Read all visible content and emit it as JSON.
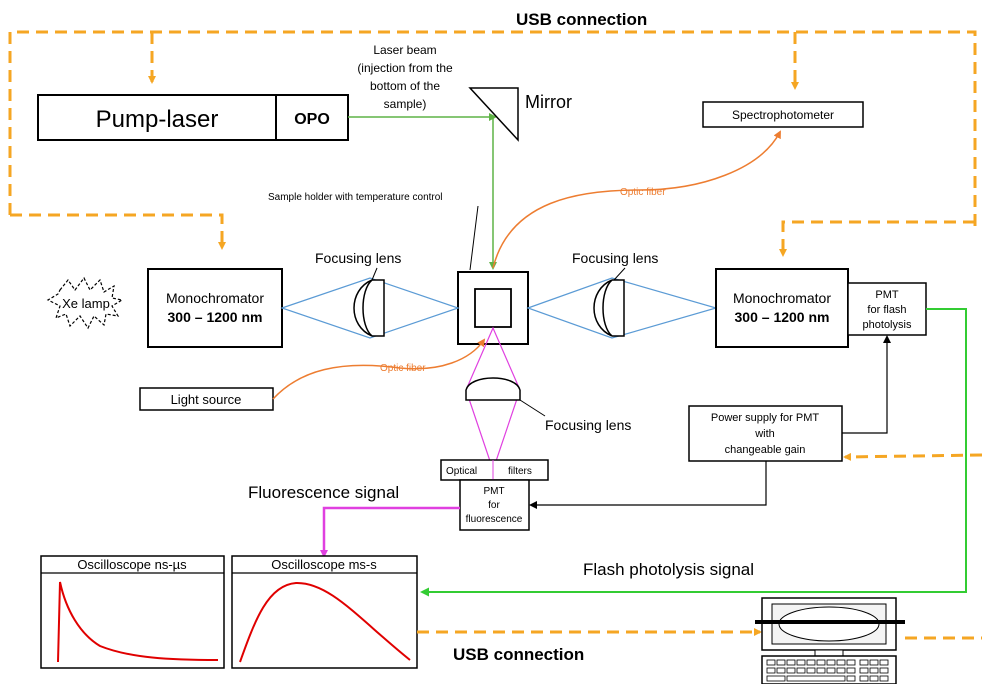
{
  "labels": {
    "usb_top": "USB connection",
    "usb_bottom": "USB connection",
    "laser_beam_1": "Laser beam",
    "laser_beam_2": "(injection from the",
    "laser_beam_3": "bottom of the",
    "laser_beam_4": "sample)",
    "mirror": "Mirror",
    "sample_holder": "Sample holder with temperature control",
    "focusing_lens_left": "Focusing lens",
    "focusing_lens_right": "Focusing lens",
    "focusing_lens_bottom": "Focusing lens",
    "optic_fiber_top": "Optic fiber",
    "optic_fiber_bottom": "Optic fiber",
    "fluorescence_signal": "Fluorescence signal",
    "flash_photolysis_signal": "Flash photolysis signal"
  },
  "boxes": {
    "pump_laser": "Pump-laser",
    "opo": "OPO",
    "spectrophotometer": "Spectrophotometer",
    "xe_lamp": "Xe lamp",
    "mono_left_line1": "Monochromator",
    "mono_left_line2": "300 – 1200 nm",
    "mono_right_line1": "Monochromator",
    "mono_right_line2": "300 – 1200 nm",
    "pmt_flash_1": "PMT",
    "pmt_flash_2": "for flash",
    "pmt_flash_3": "photolysis",
    "light_source": "Light source",
    "power_supply_1": "Power supply for PMT",
    "power_supply_2": "with",
    "power_supply_3": "changeable  gain",
    "optical_filters_1": "Optical",
    "optical_filters_2": "filters",
    "pmt_fluor_1": "PMT",
    "pmt_fluor_2": "for",
    "pmt_fluor_3": "fluorescence",
    "osc_ns": "Oscilloscope ns-µs",
    "osc_ms": "Oscilloscope ms-s"
  },
  "colors": {
    "usb": "#f5a623",
    "laser": "#5fb346",
    "probe": "#5b9bd5",
    "fiber": "#ed7d31",
    "fluorescence": "#e040e0",
    "flash_signal": "#33cc33",
    "trace": "#e00000"
  }
}
